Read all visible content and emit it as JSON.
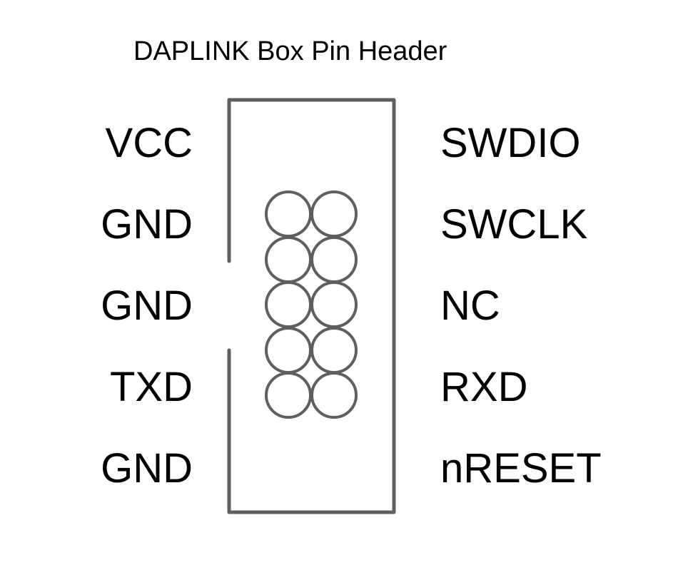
{
  "title": "DAPLINK Box Pin Header",
  "colors": {
    "outline": "#5f5f5f",
    "text": "#000000",
    "background": "#ffffff"
  },
  "pins": {
    "left": [
      "VCC",
      "GND",
      "GND",
      "TXD",
      "GND"
    ],
    "right": [
      "SWDIO",
      "SWCLK",
      "NC",
      "RXD",
      "nRESET"
    ]
  }
}
